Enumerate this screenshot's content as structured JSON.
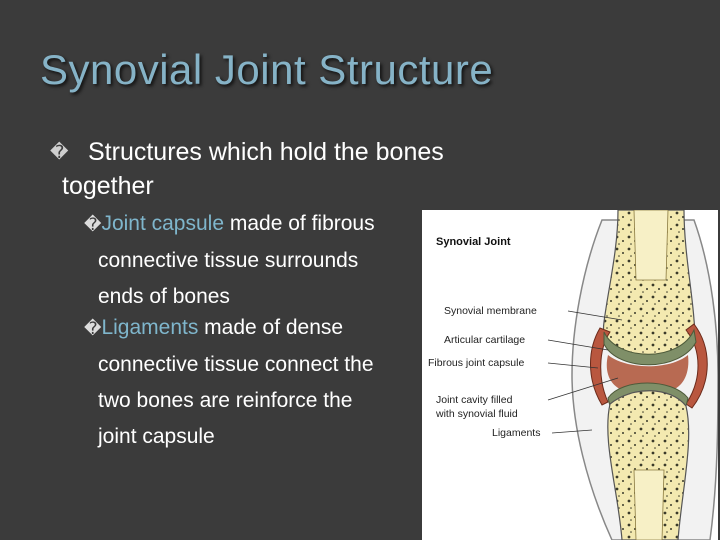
{
  "slide": {
    "title": "Synovial Joint Structure",
    "bullet_glyph": "�",
    "bullet": {
      "line1": "Structures which hold the bones",
      "line2": "together"
    },
    "sub_items": [
      {
        "keyword": "Joint capsule",
        "lines": [
          " made of fibrous",
          "connective tissue surrounds",
          "ends of bones"
        ]
      },
      {
        "keyword": "Ligaments",
        "lines": [
          " made of dense",
          "connective tissue connect the",
          "two bones are reinforce the",
          "joint capsule"
        ]
      }
    ],
    "colors": {
      "background": "#3b3b3b",
      "title": "#86b3c7",
      "highlight": "#7fb6cc",
      "text": "#ffffff"
    }
  },
  "diagram": {
    "title": "Synovial Joint",
    "labels": {
      "membrane": "Synovial membrane",
      "cartilage": "Articular cartilage",
      "capsule": "Fibrous joint capsule",
      "cavity_line1": "Joint cavity filled",
      "cavity_line2": "with synovial fluid",
      "ligaments": "Ligaments"
    }
  }
}
